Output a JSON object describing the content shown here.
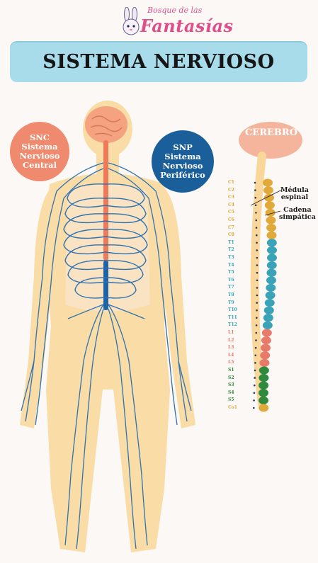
{
  "logo": {
    "line1": "Bosque de las",
    "line2": "Fantasías"
  },
  "title": "SISTEMA NERVIOSO",
  "snc": {
    "line1": "SNC",
    "line2": "Sistema",
    "line3": "Nervioso",
    "line4": "Central"
  },
  "snp": {
    "line1": "SNP",
    "line2": "Sistema",
    "line3": "Nervioso",
    "line4": "Periférico"
  },
  "spine": {
    "cerebro": "CEREBRO",
    "medula": [
      "Médula",
      "espinal"
    ],
    "cadena": [
      "Cadena",
      "simpática"
    ],
    "vertebrae": [
      {
        "label": "C1",
        "group": "cervical"
      },
      {
        "label": "C2",
        "group": "cervical"
      },
      {
        "label": "C3",
        "group": "cervical"
      },
      {
        "label": "C4",
        "group": "cervical"
      },
      {
        "label": "C5",
        "group": "cervical"
      },
      {
        "label": "C6",
        "group": "cervical"
      },
      {
        "label": "C7",
        "group": "cervical"
      },
      {
        "label": "C8",
        "group": "cervical"
      },
      {
        "label": "T1",
        "group": "thoracic"
      },
      {
        "label": "T2",
        "group": "thoracic"
      },
      {
        "label": "T3",
        "group": "thoracic"
      },
      {
        "label": "T4",
        "group": "thoracic"
      },
      {
        "label": "T5",
        "group": "thoracic"
      },
      {
        "label": "T6",
        "group": "thoracic"
      },
      {
        "label": "T7",
        "group": "thoracic"
      },
      {
        "label": "T8",
        "group": "thoracic"
      },
      {
        "label": "T9",
        "group": "thoracic"
      },
      {
        "label": "T10",
        "group": "thoracic"
      },
      {
        "label": "T11",
        "group": "thoracic"
      },
      {
        "label": "T12",
        "group": "thoracic"
      },
      {
        "label": "L1",
        "group": "lumbar"
      },
      {
        "label": "L2",
        "group": "lumbar"
      },
      {
        "label": "L3",
        "group": "lumbar"
      },
      {
        "label": "L4",
        "group": "lumbar"
      },
      {
        "label": "L5",
        "group": "lumbar"
      },
      {
        "label": "S1",
        "group": "sacral"
      },
      {
        "label": "S2",
        "group": "sacral"
      },
      {
        "label": "S3",
        "group": "sacral"
      },
      {
        "label": "S4",
        "group": "sacral"
      },
      {
        "label": "S5",
        "group": "sacral"
      },
      {
        "label": "Co1",
        "group": "coccygeal"
      }
    ]
  },
  "colors": {
    "title_bar": "#a8dceb",
    "snc": "#f08a6e",
    "snp": "#1b5f9a",
    "nerve": "#2f72b0",
    "body": "#f9d79a",
    "cervical": "#e0a93a",
    "thoracic": "#3aa3b8",
    "lumbar": "#e87a6a",
    "sacral": "#2f8a3e",
    "coccygeal": "#e0a93a"
  }
}
